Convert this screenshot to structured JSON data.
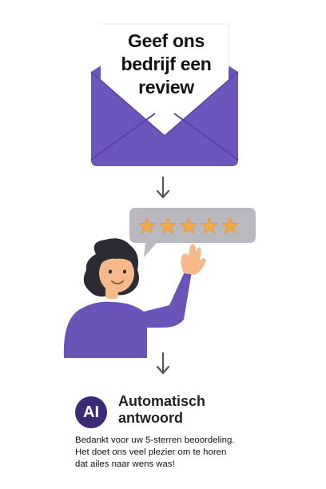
{
  "envelope": {
    "title_lines": [
      "Geef ons",
      "bedrijf een",
      "review"
    ],
    "color": "#6b54b8"
  },
  "rating": {
    "stars": 5,
    "max_stars": 5,
    "star_color": "#f2a945",
    "bubble_color": "#b9b9bf"
  },
  "reply": {
    "badge": "AI",
    "title_lines": [
      "Automatisch",
      "antwoord"
    ],
    "body_lines": [
      "Bedankt voor uw 5-sterren beoordeling.",
      "Het doet ons veel plezier om te horen",
      "dat ailes naar wens was!"
    ],
    "badge_color": "#3b2a78"
  },
  "colors": {
    "accent_purple": "#6b54b8",
    "arrow": "#555555",
    "skin": "#f6b98c",
    "hair": "#2b2b33"
  }
}
